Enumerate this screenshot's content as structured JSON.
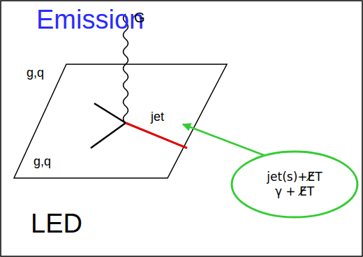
{
  "diagram": {
    "title": "Emission",
    "nodes": [
      {
        "text": [
          "jet(s)+E̸T",
          "γ + E̸T"
        ]
      }
    ],
    "labels": [
      "G",
      "g,q",
      "g,q",
      "jet",
      "LED"
    ]
  }
}
